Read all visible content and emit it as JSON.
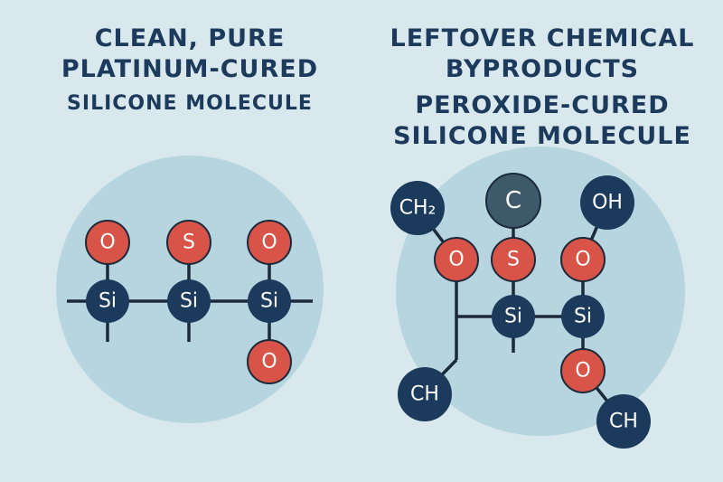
{
  "left_panel": {
    "title_line1": "CLEAN, PURE",
    "title_line2": "PLATINUM-CURED",
    "subtitle": "SILICONE MOLECULE",
    "atoms": {
      "o1": "O",
      "s1": "S",
      "o2": "O",
      "si1": "Si",
      "si2": "Si",
      "si3": "Si",
      "o3": "O"
    }
  },
  "right_panel": {
    "title_line1": "LEFTOVER CHEMICAL",
    "title_line2": "BYPRODUCTS",
    "subtitle_line1": "PEROXIDE-CURED",
    "subtitle_line2": "SILICONE MOLECULE",
    "atoms": {
      "ch2": "CH₂",
      "c": "C",
      "oh": "OH",
      "o1": "O",
      "s": "S",
      "o2": "O",
      "si1": "Si",
      "si2": "Si",
      "o3": "O",
      "ch1": "CH",
      "ch3": "CH"
    }
  },
  "colors": {
    "background": "#d8e8ed",
    "circle_bg": "#b6d5df",
    "navy_atom": "#1b3a5c",
    "red_atom": "#d85448",
    "gray_atom": "#3e5a6a",
    "bond": "#1b2a3a",
    "title": "#1b3a5c"
  }
}
